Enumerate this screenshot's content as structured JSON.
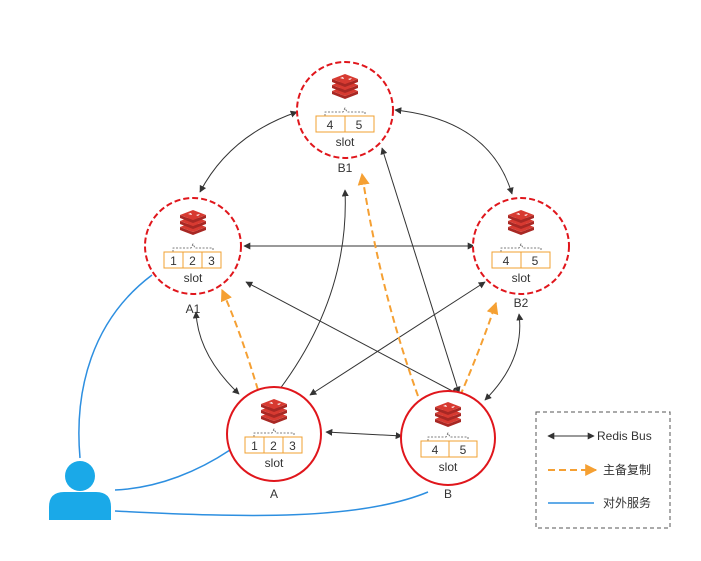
{
  "nodes": {
    "b1": {
      "label": "B1",
      "slot_label": "slot",
      "slots": [
        "4",
        "5"
      ]
    },
    "a1": {
      "label": "A1",
      "slot_label": "slot",
      "slots": [
        "1",
        "2",
        "3"
      ]
    },
    "b2": {
      "label": "B2",
      "slot_label": "slot",
      "slots": [
        "4",
        "5"
      ]
    },
    "a": {
      "label": "A",
      "slot_label": "slot",
      "slots": [
        "1",
        "2",
        "3"
      ]
    },
    "b": {
      "label": "B",
      "slot_label": "slot",
      "slots": [
        "4",
        "5"
      ]
    }
  },
  "legend": {
    "bus_label": "Redis Bus",
    "replication_label": "主备复制",
    "service_label": "对外服务"
  },
  "colors": {
    "master_ring": "#e0161c",
    "slave_ring": "#e0161c",
    "bus_line": "#333333",
    "replication_line": "#f5a033",
    "service_line": "#2d8fe0",
    "slot_border": "#f0a030",
    "user_icon": "#1aa9e8",
    "redis_logo": "#c9302c"
  }
}
